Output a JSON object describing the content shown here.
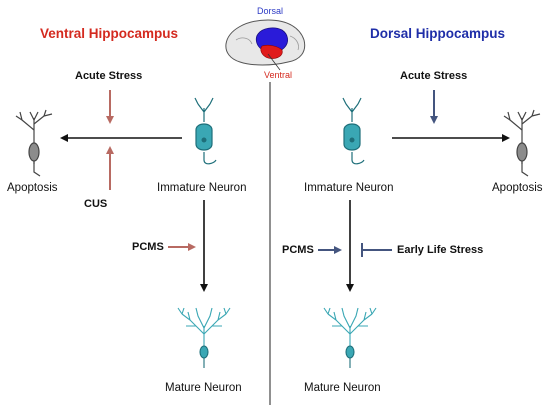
{
  "panels": {
    "ventral": {
      "title": "Ventral Hippocampus",
      "acute_stress": "Acute Stress",
      "cus": "CUS",
      "pcms": "PCMS",
      "immature": "Immature Neuron",
      "apoptosis": "Apoptosis",
      "mature": "Mature Neuron"
    },
    "dorsal": {
      "title": "Dorsal Hippocampus",
      "acute_stress": "Acute Stress",
      "early_life_stress": "Early Life Stress",
      "pcms": "PCMS",
      "immature": "Immature Neuron",
      "apoptosis": "Apoptosis",
      "mature": "Mature Neuron"
    }
  },
  "brain": {
    "dorsal_label": "Dorsal",
    "ventral_label": "Ventral"
  },
  "colors": {
    "ventral_title": "#d42a1f",
    "dorsal_title": "#1f2ea8",
    "dorsal_label": "#2b39c4",
    "ventral_label": "#d42a1f",
    "ventral_arrow": "#b86a62",
    "dorsal_arrow": "#44557f",
    "neuron_fill": "#3aa7b4",
    "neuron_stroke": "#1e6f7a",
    "apoptosis_fill": "#8c8c8c",
    "apoptosis_stroke": "#444444",
    "divider": "#222222"
  }
}
